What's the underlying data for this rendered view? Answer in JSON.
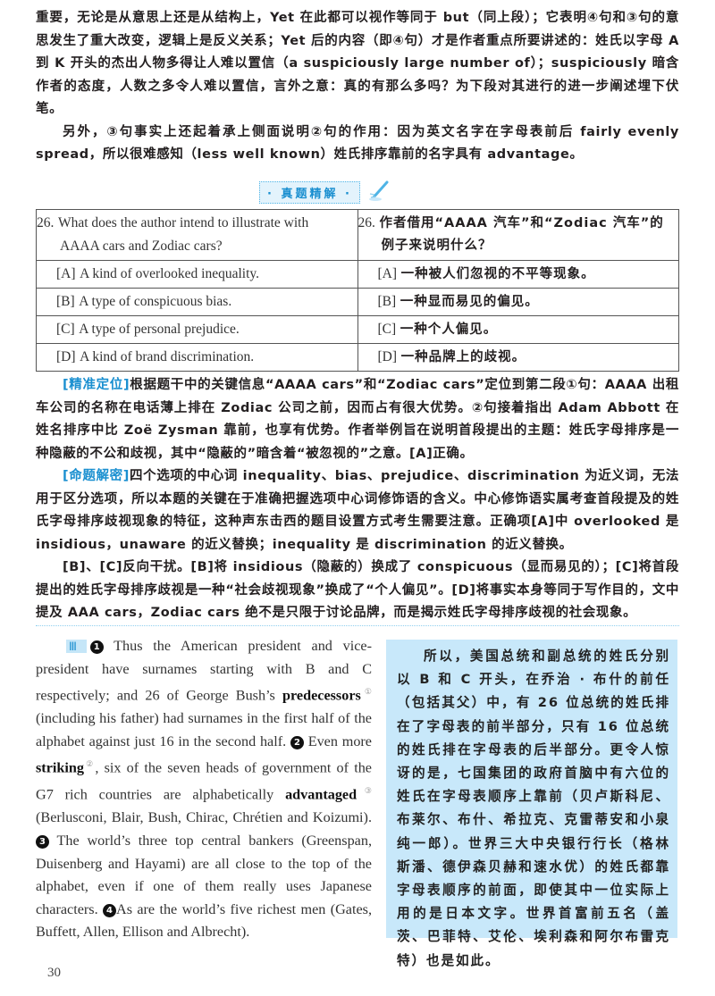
{
  "top_analysis": {
    "para1": "重要，无论是从意思上还是从结构上，Yet 在此都可以视作等同于 but（同上段）；它表明④句和③句的意思发生了重大改变，逻辑上是反义关系；Yet 后的内容（即④句）才是作者重点所要讲述的：姓氏以字母 A 到 K 开头的杰出人物多得让人难以置信（a suspiciously large number of）；suspiciously 暗含作者的态度，人数之多令人难以置信，言外之意：真的有那么多吗？为下段对其进行的进一步阐述埋下伏笔。",
    "para2": "另外，③句事实上还起着承上侧面说明②句的作用：因为英文名字在字母表前后 fairly evenly spread，所以很难感知（less well known）姓氏排序靠前的名字具有 advantage。"
  },
  "section_banner": {
    "label": "· 真题精解 ·",
    "icon": "pen-icon",
    "accent_color": "#1a8fd0"
  },
  "question": {
    "number": "26.",
    "stem_en": "What does the author intend to illustrate with AAAA cars and Zodiac cars?",
    "stem_zh": "作者借用“AAAA 汽车”和“Zodiac 汽车”的例子来说明什么？",
    "options": [
      {
        "key": "[A]",
        "en": "A kind of overlooked inequality.",
        "zh": "一种被人们忽视的不平等现象。"
      },
      {
        "key": "[B]",
        "en": "A type of conspicuous bias.",
        "zh": "一种显而易见的偏见。"
      },
      {
        "key": "[C]",
        "en": "A type of personal prejudice.",
        "zh": "一种个人偏见。"
      },
      {
        "key": "[D]",
        "en": "A kind of brand discrimination.",
        "zh": "一种品牌上的歧视。"
      }
    ]
  },
  "analysis": {
    "locate_tag": "[精准定位]",
    "locate_text": "根据题干中的关键信息“AAAA cars”和“Zodiac cars”定位到第二段①句：AAAA 出租车公司的名称在电话薄上排在 Zodiac 公司之前，因而占有很大优势。②句接着指出 Adam Abbott 在姓名排序中比 Zoë Zysman 靠前，也享有优势。作者举例旨在说明首段提出的主题：姓氏字母排序是一种隐蔽的不公和歧视，其中“隐蔽的”暗含着“被忽视的”之意。[A]正确。",
    "decode_tag": "[命题解密]",
    "decode_text": "四个选项的中心词 inequality、bias、prejudice、discrimination 为近义词，无法用于区分选项，所以本题的关键在于准确把握选项中心词修饰语的含义。中心修饰语实属考查首段提及的姓氏字母排序歧视现象的特征，这种声东击西的题目设置方式考生需要注意。正确项[A]中 overlooked 是 insidious，unaware 的近义替换；inequality 是 discrimination 的近义替换。",
    "distract_text": "[B]、[C]反向干扰。[B]将 insidious（隐蔽的）换成了 conspicuous（显而易见的）；[C]将首段提出的姓氏字母排序歧视是一种“社会歧视现象”换成了“个人偏见”。[D]将事实本身等同于写作目的，文中提及 AAA cars，Zodiac cars 绝不是只限于讨论品牌，而是揭示姓氏字母排序歧视的社会现象。"
  },
  "passage": {
    "paragraph_label": "Ⅲ",
    "s1_num": "1",
    "s1_a": "Thus the American president and vice-president have surnames starting with B and C respectively; and 26 of George Bush’s ",
    "s1_bold": "predecessors",
    "s1_sup": "①",
    "s1_b": " (including his father) had surnames in the first half of the alphabet against just 16 in the second half. ",
    "s2_num": "2",
    "s2_a": " Even more ",
    "s2_bold": "striking",
    "s2_sup": "②",
    "s2_b": ", six of the seven heads of government of the G7 rich countries are alphabetically ",
    "s2_bold2": "advantaged",
    "s2_sup2": "③",
    "s2_c": " (Berlusconi, Blair, Bush, Chirac, Chrétien and Koizumi). ",
    "s3_num": "3",
    "s3_a": " The world’s three top central bankers (Greenspan, Duisenberg and Hayami) are all close to the top of the alphabet, even if one of them really uses Japanese characters. ",
    "s4_num": "4",
    "s4_a": "As are the world’s five richest men (Gates, Buffett, Allen, Ellison and Albrecht)."
  },
  "translation": {
    "text": "所以，美国总统和副总统的姓氏分别以 B 和 C 开头，在乔治 · 布什的前任（包括其父）中，有 26 位总统的姓氏排在了字母表的前半部分，只有 16 位总统的姓氏排在字母表的后半部分。更令人惊讶的是，七国集团的政府首脑中有六位的姓氏在字母表顺序上靠前（贝卢斯科尼、布莱尔、布什、希拉克、克雷蒂安和小泉纯一郎）。世界三大中央银行行长（格林斯潘、德伊森贝赫和速水优）的姓氏都靠字母表顺序的前面，即使其中一位实际上用的是日本文字。世界首富前五名（盖茨、巴菲特、艾伦、埃利森和阿尔布雷克特）也是如此。",
    "bg_color": "#c8e8fa"
  },
  "footer": {
    "page_number": "30"
  }
}
